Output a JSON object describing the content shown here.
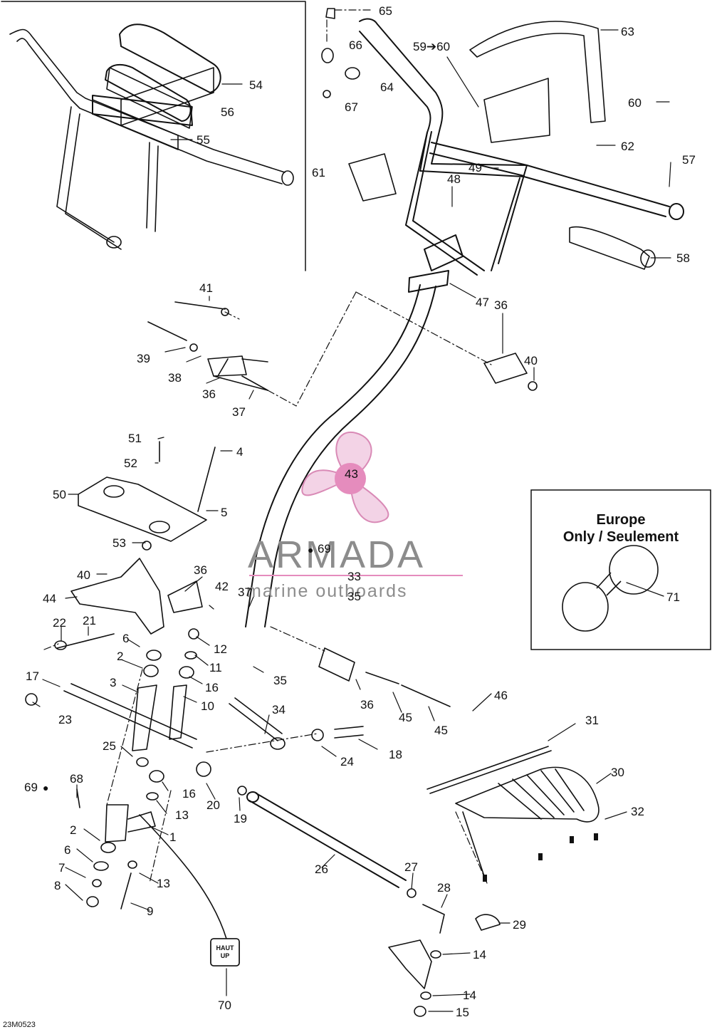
{
  "callouts": [
    {
      "id": "65",
      "text": "65"
    },
    {
      "id": "66",
      "text": "66"
    },
    {
      "id": "64",
      "text": "64"
    },
    {
      "id": "67",
      "text": "67"
    },
    {
      "id": "59-60",
      "text": "59➔60"
    },
    {
      "id": "63",
      "text": "63"
    },
    {
      "id": "60",
      "text": "60"
    },
    {
      "id": "62",
      "text": "62"
    },
    {
      "id": "57",
      "text": "57"
    },
    {
      "id": "61",
      "text": "61"
    },
    {
      "id": "54",
      "text": "54"
    },
    {
      "id": "56",
      "text": "56"
    },
    {
      "id": "55",
      "text": "55"
    },
    {
      "id": "48",
      "text": "48"
    },
    {
      "id": "49",
      "text": "49"
    },
    {
      "id": "58",
      "text": "58"
    },
    {
      "id": "47",
      "text": "47"
    },
    {
      "id": "41",
      "text": "41"
    },
    {
      "id": "36a",
      "text": "36"
    },
    {
      "id": "40a",
      "text": "40"
    },
    {
      "id": "39",
      "text": "39"
    },
    {
      "id": "38",
      "text": "38"
    },
    {
      "id": "36b",
      "text": "36"
    },
    {
      "id": "37a",
      "text": "37"
    },
    {
      "id": "51",
      "text": "51"
    },
    {
      "id": "4",
      "text": "4"
    },
    {
      "id": "52",
      "text": "52"
    },
    {
      "id": "43",
      "text": "43"
    },
    {
      "id": "50",
      "text": "50"
    },
    {
      "id": "5",
      "text": "5"
    },
    {
      "id": "53",
      "text": "53"
    },
    {
      "id": "69a",
      "text": "69"
    },
    {
      "id": "40b",
      "text": "40"
    },
    {
      "id": "36c",
      "text": "36"
    },
    {
      "id": "33",
      "text": "33"
    },
    {
      "id": "42",
      "text": "42"
    },
    {
      "id": "37b",
      "text": "37"
    },
    {
      "id": "35a",
      "text": "35"
    },
    {
      "id": "44",
      "text": "44"
    },
    {
      "id": "22",
      "text": "22"
    },
    {
      "id": "21",
      "text": "21"
    },
    {
      "id": "6a",
      "text": "6"
    },
    {
      "id": "12",
      "text": "12"
    },
    {
      "id": "2a",
      "text": "2"
    },
    {
      "id": "11",
      "text": "11"
    },
    {
      "id": "35b",
      "text": "35"
    },
    {
      "id": "17",
      "text": "17"
    },
    {
      "id": "3",
      "text": "3"
    },
    {
      "id": "16a",
      "text": "16"
    },
    {
      "id": "10",
      "text": "10"
    },
    {
      "id": "23",
      "text": "23"
    },
    {
      "id": "36d",
      "text": "36"
    },
    {
      "id": "45a",
      "text": "45"
    },
    {
      "id": "45b",
      "text": "45"
    },
    {
      "id": "46",
      "text": "46"
    },
    {
      "id": "34",
      "text": "34"
    },
    {
      "id": "31",
      "text": "31"
    },
    {
      "id": "25",
      "text": "25"
    },
    {
      "id": "24",
      "text": "24"
    },
    {
      "id": "18",
      "text": "18"
    },
    {
      "id": "30",
      "text": "30"
    },
    {
      "id": "68",
      "text": "68"
    },
    {
      "id": "69b",
      "text": "69"
    },
    {
      "id": "16b",
      "text": "16"
    },
    {
      "id": "20",
      "text": "20"
    },
    {
      "id": "19",
      "text": "19"
    },
    {
      "id": "13a",
      "text": "13"
    },
    {
      "id": "32",
      "text": "32"
    },
    {
      "id": "2b",
      "text": "2"
    },
    {
      "id": "1",
      "text": "1"
    },
    {
      "id": "6b",
      "text": "6"
    },
    {
      "id": "26",
      "text": "26"
    },
    {
      "id": "27",
      "text": "27"
    },
    {
      "id": "7",
      "text": "7"
    },
    {
      "id": "13b",
      "text": "13"
    },
    {
      "id": "28",
      "text": "28"
    },
    {
      "id": "8",
      "text": "8"
    },
    {
      "id": "9",
      "text": "9"
    },
    {
      "id": "29",
      "text": "29"
    },
    {
      "id": "14a",
      "text": "14"
    },
    {
      "id": "70",
      "text": "70"
    },
    {
      "id": "14b",
      "text": "14"
    },
    {
      "id": "15",
      "text": "15"
    },
    {
      "id": "71",
      "text": "71"
    }
  ],
  "inset": {
    "title_line1": "Europe",
    "title_line2": "Only / Seulement"
  },
  "sticker": {
    "line1": "HAUT",
    "line2": "UP"
  },
  "watermark": {
    "brand": "ARMADA",
    "tagline": "marine outboards",
    "logo_colors": {
      "fill": "#f3d3e6",
      "hub": "#e58cbd",
      "outline": "#d98ab6"
    }
  },
  "drawing_code": "23M0523",
  "icons": {
    "drop": "oil-drop-icon"
  }
}
